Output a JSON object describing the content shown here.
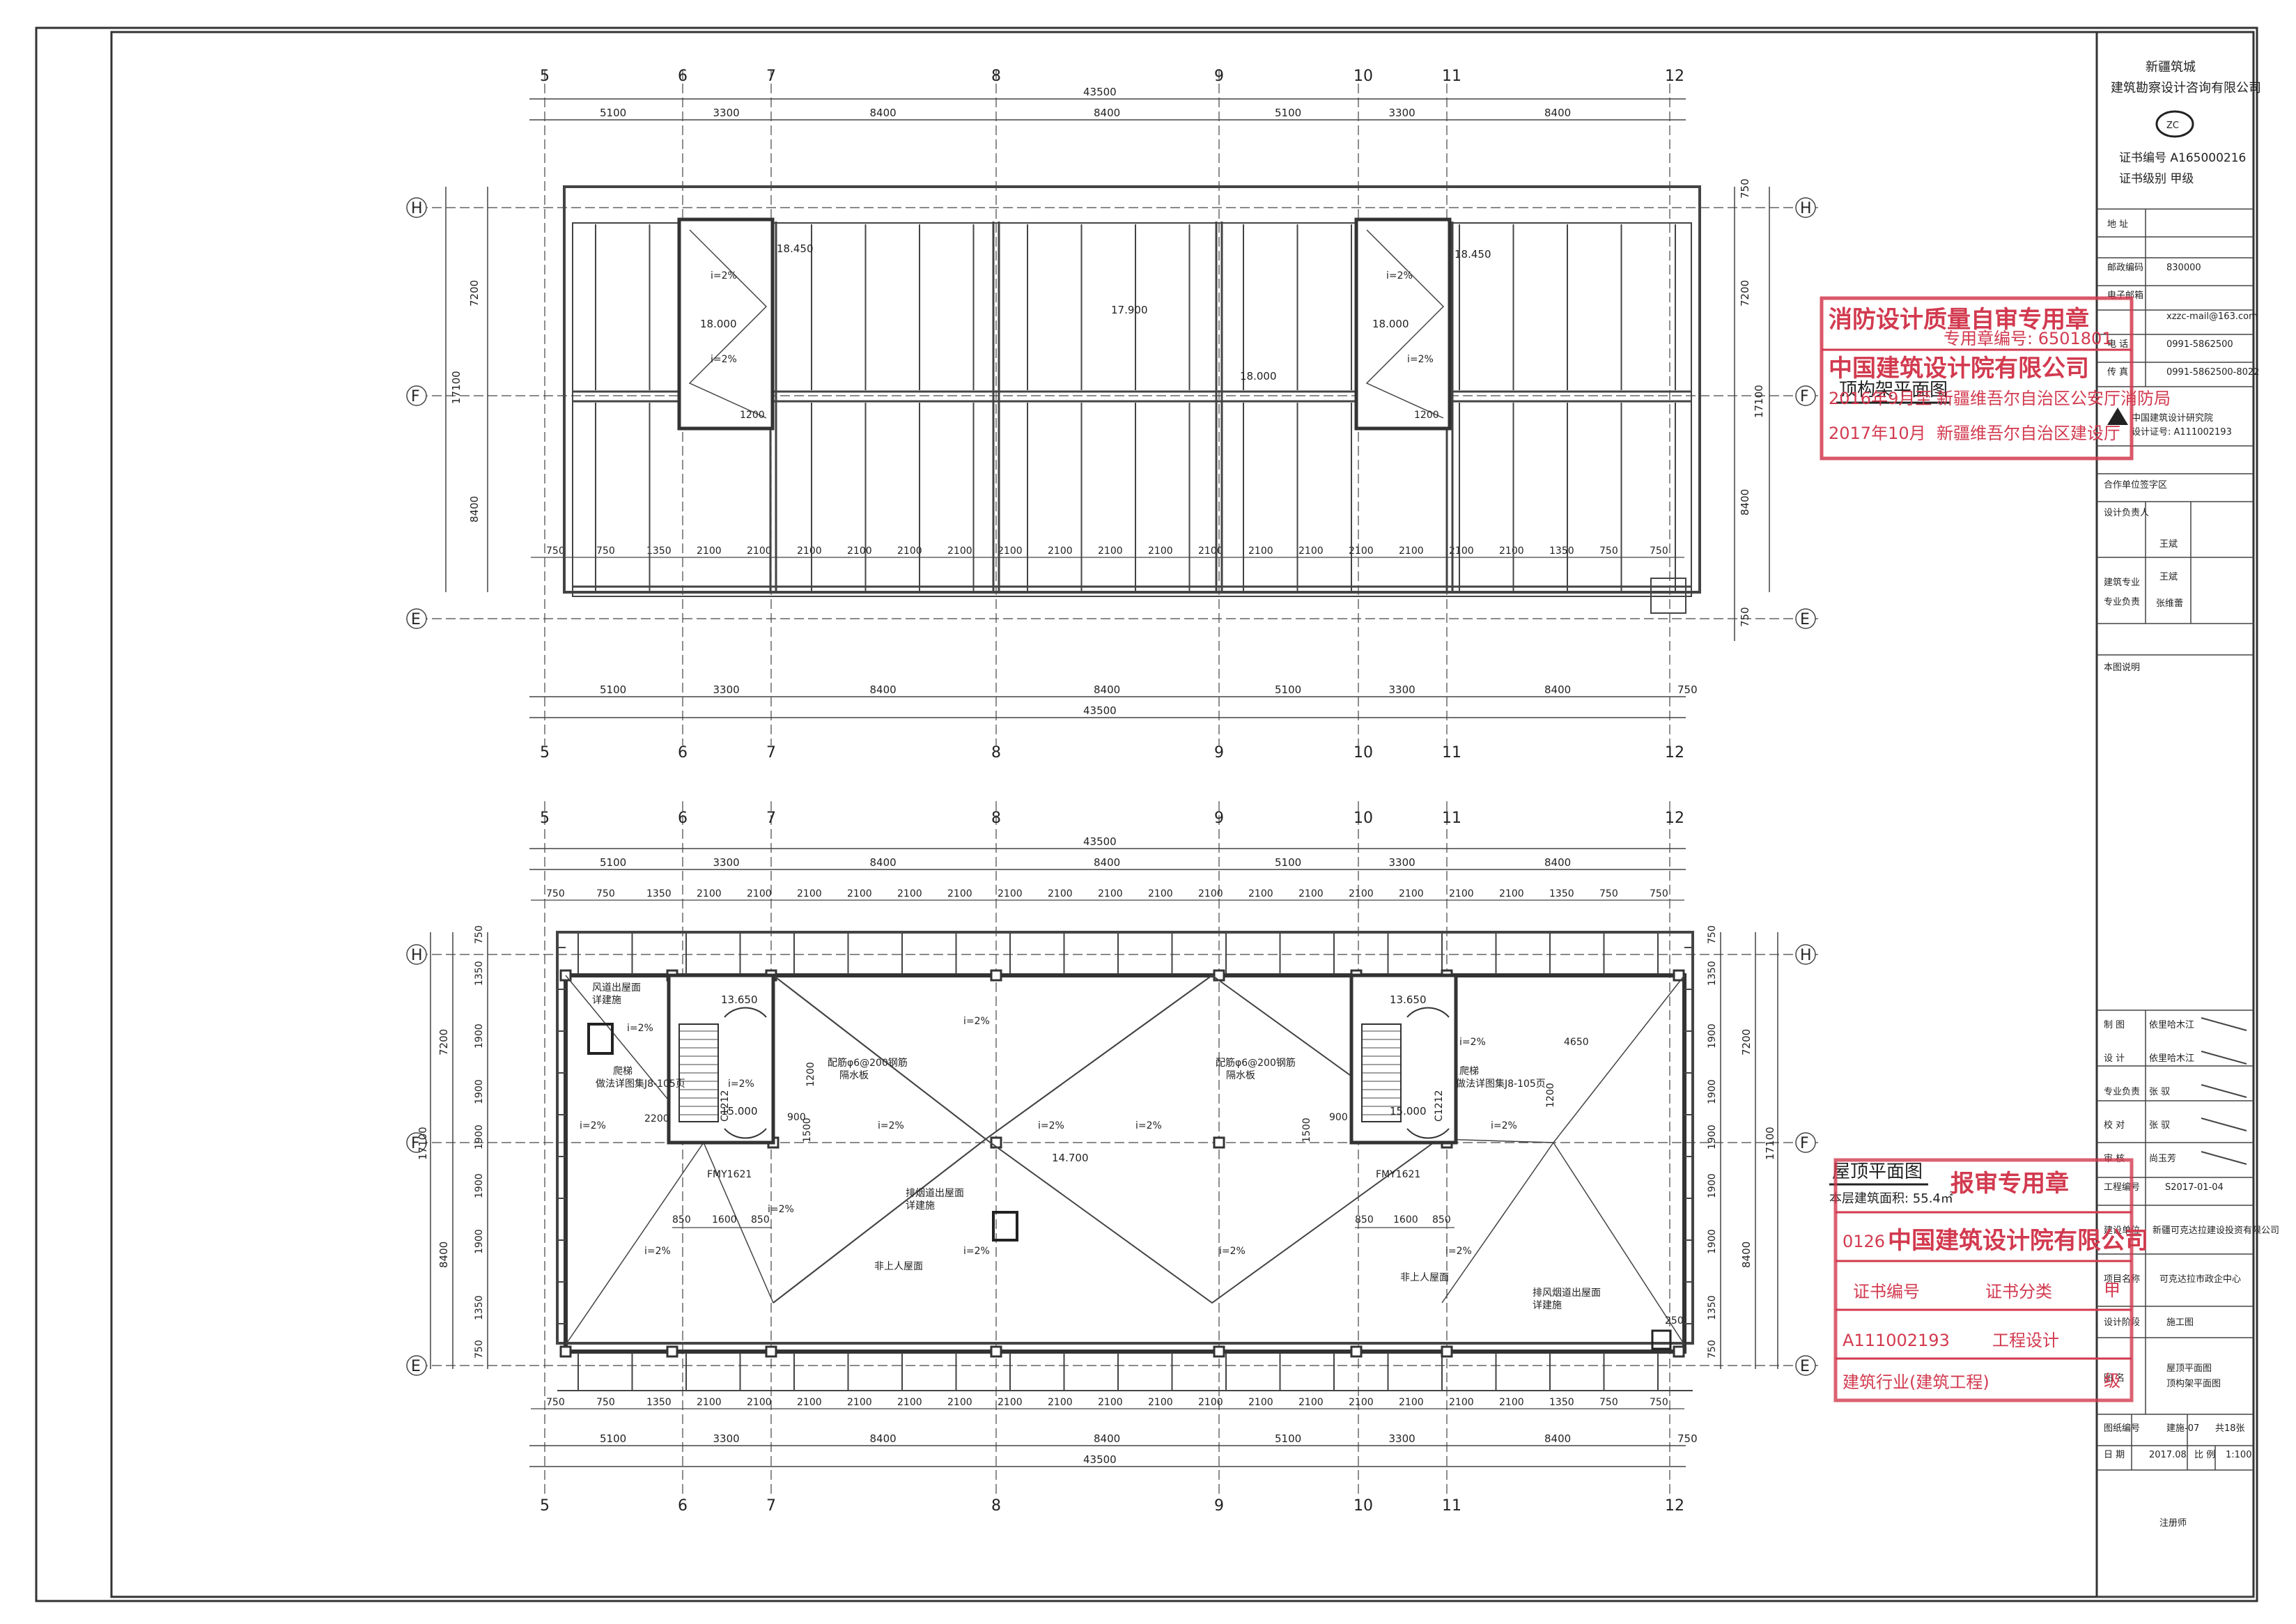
{
  "sheets": {
    "top": {
      "title": "顶构架平面图",
      "grid_cols": [
        "5",
        "6",
        "7",
        "8",
        "9",
        "10",
        "11",
        "12"
      ],
      "grid_rows": [
        "H",
        "F",
        "E"
      ],
      "overall": "43500",
      "bays": [
        "5100",
        "3300",
        "8400",
        "8400",
        "5100",
        "3300",
        "8400"
      ],
      "bays_last": "750",
      "rafters": [
        "750",
        "750",
        "1350",
        "2100",
        "2100",
        "2100",
        "2100",
        "2100",
        "2100",
        "2100",
        "2100",
        "2100",
        "2100",
        "2100",
        "2100",
        "2100",
        "2100",
        "2100",
        "2100",
        "2100",
        "1350",
        "750",
        "750"
      ],
      "row_dims": [
        "750",
        "7200",
        "8400",
        "750"
      ],
      "row_total": "17100",
      "row_dims_left": [
        "7200",
        "8400"
      ],
      "elevations": [
        "18.450",
        "18.000",
        "17.900",
        "18.000",
        "18.450",
        "18.000"
      ],
      "slopes": [
        "i=2%",
        "i=2%",
        "i=2%",
        "i=2%"
      ],
      "small": [
        "1200",
        "1200"
      ]
    },
    "roof": {
      "title": "屋顶平面图",
      "area_label": "本层建筑面积: 55.4㎡",
      "rows_right": [
        "750",
        "1350",
        "1900",
        "1900",
        "1900",
        "1900",
        "1900",
        "1350",
        "750"
      ],
      "rows_left": [
        "750",
        "1350",
        "1900",
        "1900",
        "1900",
        "1900",
        "1900",
        "1350",
        "750"
      ],
      "row_total": "17100",
      "rows_mid": [
        "7200",
        "8400"
      ],
      "bays_top": [
        "5100",
        "3300",
        "8400",
        "8400",
        "5100",
        "3300",
        "8400"
      ],
      "overall": "43500",
      "rafters": [
        "750",
        "750",
        "1350",
        "2100",
        "2100",
        "2100",
        "2100",
        "2100",
        "2100",
        "2100",
        "2100",
        "2100",
        "2100",
        "2100",
        "2100",
        "2100",
        "2100",
        "2100",
        "2100",
        "2100",
        "1350",
        "750",
        "750"
      ],
      "bays_bottom": [
        "5100",
        "3300",
        "8400",
        "8400",
        "5100",
        "3300",
        "8400",
        "750"
      ],
      "elevations": [
        "13.650",
        "15.000",
        "14.700",
        "13.650",
        "15.000"
      ],
      "slopes": [
        "i=2%",
        "i=2%",
        "i=2%",
        "i=2%",
        "i=2%",
        "i=2%",
        "i=2%",
        "i=2%",
        "i=2%",
        "i=2%",
        "i=2%",
        "i=2%",
        "i=2%",
        "i=2%"
      ],
      "notes": {
        "vent1": "风道出屋面",
        "vent1b": "详建施",
        "ladder1": "爬梯",
        "ladder1b": "做法详图集J8-105页",
        "pipe1": "配筋φ6@200钢筋",
        "pipe1b": "隔水板",
        "vent2": "排烟道出屋面",
        "vent2b": "详建施",
        "nonroof1": "非上人屋面",
        "nonroof2": "非上人屋面",
        "vent3": "排风烟道出屋面",
        "vent3b": "详建施",
        "door1": "FMY1621",
        "door2": "FMY1621",
        "win1": "C1212",
        "win2": "C1212",
        "d850a": "850",
        "d1600a": "1600",
        "d850b": "850",
        "d850c": "850",
        "d1600b": "1600",
        "d850d": "850",
        "d900a": "900",
        "d900b": "900",
        "d1500a": "1500",
        "d1500b": "1500",
        "d1200a": "1200",
        "d1200b": "1200",
        "d2200": "2200",
        "d4650": "4650",
        "d250": "250"
      }
    }
  },
  "titleblock": {
    "company1": "新疆筑城",
    "company2": "建筑勘察设计咨询有限公司",
    "logo": "ZC",
    "cert_no": "证书编号 A165000216",
    "cert_level": "证书级别   甲级",
    "addr_label": "地   址",
    "postal_label": "邮政编码",
    "postal": "830000",
    "email_label": "电子邮箱",
    "email": "xzzc-mail@163.com",
    "phone_label": "电   话",
    "phone": "0991-5862500",
    "fax_label": "传   真",
    "fax": "0991-5862500-8022",
    "cadi": "中国建筑设计研究院",
    "cadi_no": "设计证号: A111002193",
    "coop": "合作单位签字区",
    "person_label1": "设计负责人",
    "person_label2": "建筑专业",
    "person_label3": "专业负责",
    "name_a": "王斌",
    "name_b": "王斌",
    "name_c": "张维蕾",
    "notes_label": "本图说明",
    "rows": [
      {
        "k": "制  图",
        "v": "依里哈木江"
      },
      {
        "k": "设  计",
        "v": "依里哈木江"
      },
      {
        "k": "专业负责",
        "v": "张  驭"
      },
      {
        "k": "校  对",
        "v": "张  驭"
      },
      {
        "k": "审  核",
        "v": "尚玉芳"
      }
    ],
    "proj_no_label": "工程编号",
    "proj_no": "S2017-01-04",
    "client_label": "建设单位",
    "client": "新疆可克达拉建设投资有限公司",
    "proj_label": "项目名称",
    "proj": "可克达拉市政企中心",
    "phase_label": "设计阶段",
    "phase": "施工图",
    "drawing_label": "图  名",
    "drawing1": "屋顶平面图",
    "drawing2": "顶构架平面图",
    "dwg_no_label": "图纸编号",
    "dwg_no": "建施-07",
    "sheets_label": "共18张",
    "date_label": "日  期",
    "date": "2017.08",
    "scale_label": "比  例",
    "scale": "1:100",
    "footer": "注册师"
  },
  "stamps": {
    "s1_line1": "消防设计质量自审专用章",
    "s1_no": "专用章编号: 6501801",
    "s1_line2": "中国建筑设计院有限公司",
    "s1_date1": "2016年9月至",
    "s1_date2": "2017年10月",
    "s1_line3": "新疆维吾尔自治区公安厅消防局",
    "s1_line4": "新疆维吾尔自治区建设厅",
    "s2_line1": "报审专用章",
    "s2_line2": "中国建筑设计院有限公司",
    "s2_code": "0126",
    "s2_line3": "证书编号",
    "s2_line4": "证书分类",
    "s2_line5": "A111002193",
    "s2_line6": "工程设计",
    "s2_line7": "建筑行业(建筑工程)",
    "s2_line8": "甲",
    "s2_line9": "级"
  }
}
